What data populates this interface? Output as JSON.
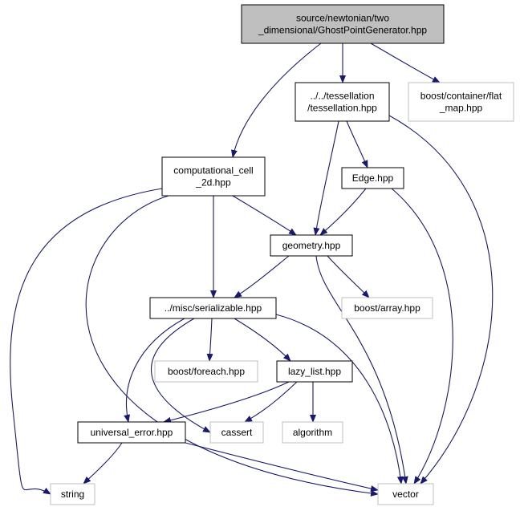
{
  "colors": {
    "edge": "#191970",
    "root_fill": "#bfbfbf",
    "node_border": "#000000",
    "external_border": "#bfbfbf",
    "background": "#ffffff"
  },
  "nodes": {
    "root": {
      "lines": [
        "source/newtonian/two",
        "_dimensional/GhostPointGenerator.hpp"
      ]
    },
    "tessellation": {
      "lines": [
        "../../tessellation",
        "/tessellation.hpp"
      ]
    },
    "flat_map": {
      "lines": [
        "boost/container/flat",
        "_map.hpp"
      ]
    },
    "computational_cell": {
      "lines": [
        "computational_cell",
        "_2d.hpp"
      ]
    },
    "edge_hpp": {
      "lines": [
        "Edge.hpp"
      ]
    },
    "geometry": {
      "lines": [
        "geometry.hpp"
      ]
    },
    "serializable": {
      "lines": [
        "../misc/serializable.hpp"
      ]
    },
    "boost_array": {
      "lines": [
        "boost/array.hpp"
      ]
    },
    "boost_foreach": {
      "lines": [
        "boost/foreach.hpp"
      ]
    },
    "lazy_list": {
      "lines": [
        "lazy_list.hpp"
      ]
    },
    "universal_error": {
      "lines": [
        "universal_error.hpp"
      ]
    },
    "cassert": {
      "lines": [
        "cassert"
      ]
    },
    "algorithm": {
      "lines": [
        "algorithm"
      ]
    },
    "string": {
      "lines": [
        "string"
      ]
    },
    "vector": {
      "lines": [
        "vector"
      ]
    }
  },
  "edges": [
    [
      "root",
      "tessellation"
    ],
    [
      "root",
      "flat_map"
    ],
    [
      "root",
      "computational_cell"
    ],
    [
      "tessellation",
      "edge_hpp"
    ],
    [
      "tessellation",
      "geometry"
    ],
    [
      "tessellation",
      "vector"
    ],
    [
      "computational_cell",
      "geometry"
    ],
    [
      "computational_cell",
      "serializable"
    ],
    [
      "computational_cell",
      "string"
    ],
    [
      "computational_cell",
      "vector"
    ],
    [
      "edge_hpp",
      "geometry"
    ],
    [
      "edge_hpp",
      "vector"
    ],
    [
      "geometry",
      "serializable"
    ],
    [
      "geometry",
      "boost_array"
    ],
    [
      "geometry",
      "vector"
    ],
    [
      "serializable",
      "boost_foreach"
    ],
    [
      "serializable",
      "lazy_list"
    ],
    [
      "serializable",
      "universal_error"
    ],
    [
      "serializable",
      "cassert"
    ],
    [
      "serializable",
      "vector"
    ],
    [
      "lazy_list",
      "universal_error"
    ],
    [
      "lazy_list",
      "cassert"
    ],
    [
      "lazy_list",
      "algorithm"
    ],
    [
      "universal_error",
      "string"
    ],
    [
      "universal_error",
      "vector"
    ]
  ]
}
